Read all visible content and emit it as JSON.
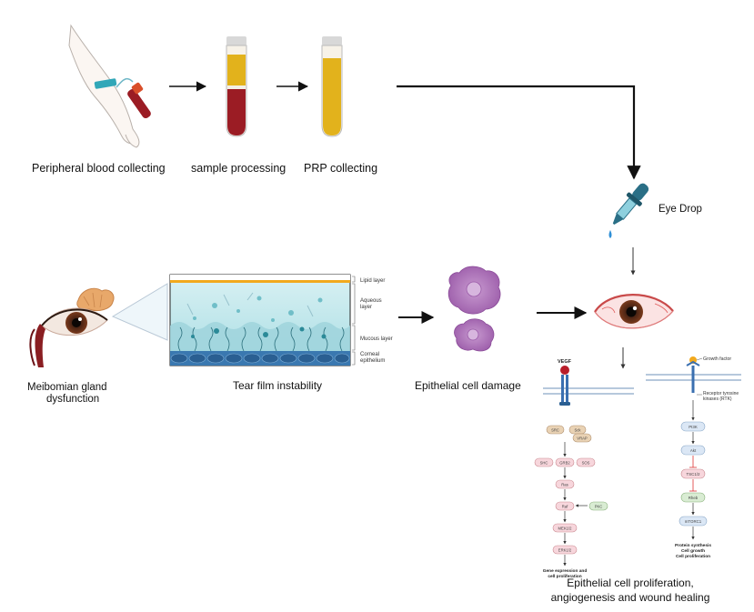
{
  "steps": {
    "blood": "Peripheral blood collecting",
    "processing": "sample  processing",
    "prp": "PRP  collecting",
    "eye_drop": "Eye Drop"
  },
  "conditions": {
    "meibomian_line1": "Meibomian gland",
    "meibomian_line2": "dysfunction",
    "tear_film": "Tear film instability",
    "epithelial_damage": "Epithelial cell damage"
  },
  "tear_layers": {
    "lipid": "Lipid layer",
    "aqueous_line1": "Aqueous",
    "aqueous_line2": "layer",
    "mucous": "Mucous layer",
    "corneal_line1": "Corneal",
    "corneal_line2": "epithelium"
  },
  "vegf_pathway": {
    "ligand": "VEGF",
    "nodes": {
      "src": "SRC",
      "sck": "Sck",
      "vrap": "VRAP",
      "shc": "SHC",
      "grb2": "GRB2",
      "sos": "SOS",
      "ras": "Ras",
      "raf": "Raf",
      "pkc": "PKC",
      "mek": "MEK1/2",
      "erk": "ERK1/2"
    },
    "output_line1": "Gene expression and",
    "output_line2": "cell proliferation"
  },
  "growth_pathway": {
    "ligand": "Growth factor",
    "receptor_line1": "Receptor tyrosine",
    "receptor_line2": "kinases (RTK)",
    "nodes": {
      "pi3k": "PI3K",
      "akt": "Akt",
      "tsc": "TSC1/2",
      "rheb": "Rheb",
      "mtorc1": "mTORC1"
    },
    "output_line1": "Protein synthesis",
    "output_line2": "Cell growth",
    "output_line3": "Cell proliferation"
  },
  "outcome": {
    "line1": "Epithelial cell proliferation,",
    "line2": "angiogenesis and wound healing"
  },
  "colors": {
    "arrow": "#111111",
    "blood_red": "#9b1c24",
    "plasma_yellow": "#e2b21c",
    "dropper": "#2a6f86",
    "tear_blue": "#bfe6ec",
    "lipid_orange": "#f2a91d",
    "cell_purple": "#b57fc0",
    "node_pink": "#f7d6dc",
    "node_tan": "#e9d2b4",
    "node_green": "#d9ecd3",
    "node_blue": "#dbe7f5"
  }
}
